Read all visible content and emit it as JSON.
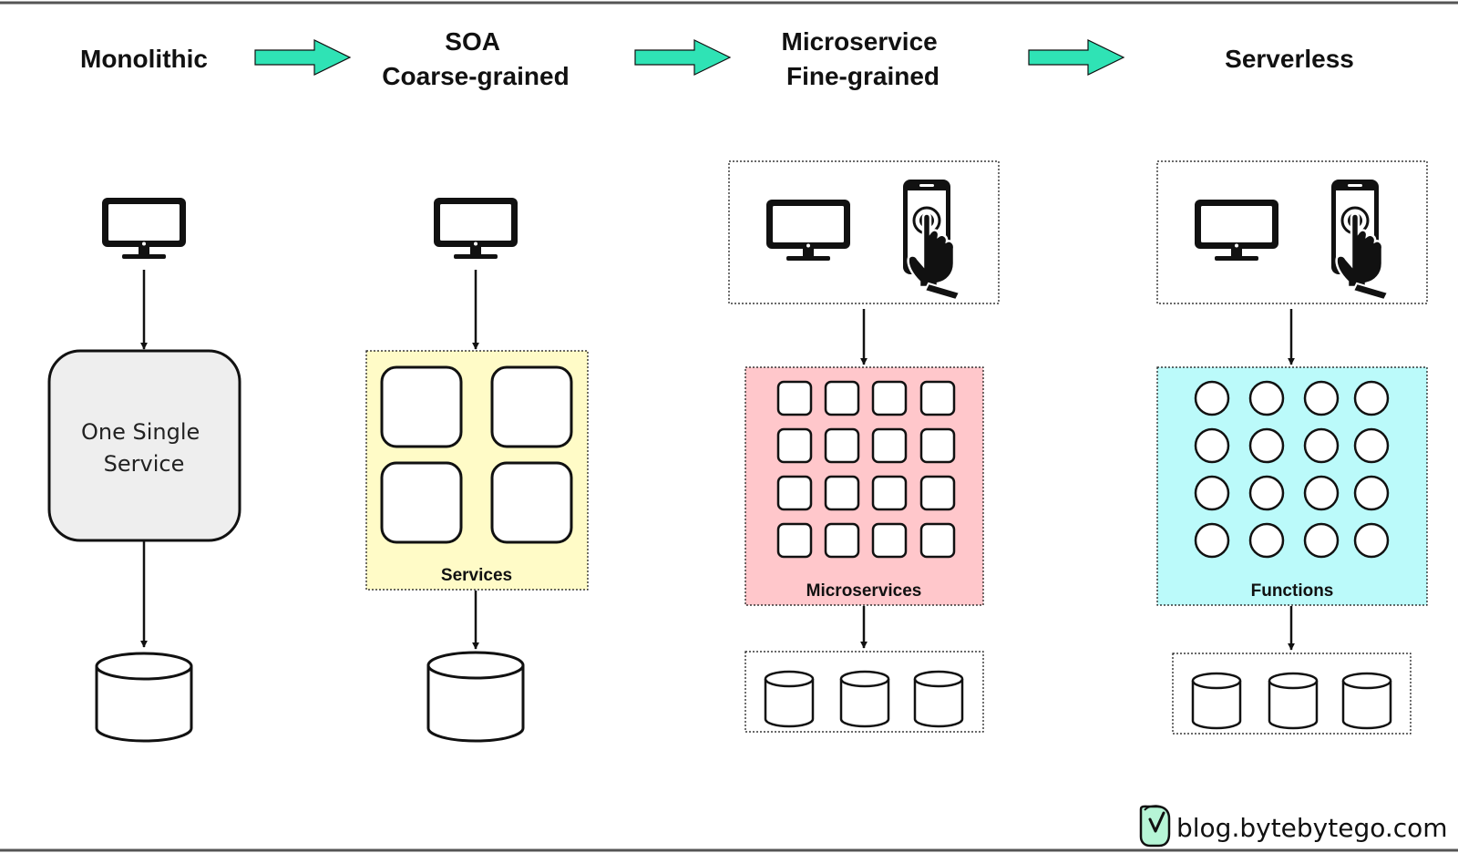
{
  "stages": [
    {
      "title_lines": [
        "Monolithic"
      ]
    },
    {
      "title_lines": [
        "SOA",
        "Coarse-grained"
      ]
    },
    {
      "title_lines": [
        "Microservice",
        "Fine-grained"
      ]
    },
    {
      "title_lines": [
        "Serverless"
      ]
    }
  ],
  "monolithic": {
    "service_label_lines": [
      "One Single",
      "Service"
    ]
  },
  "soa": {
    "group_label": "Services"
  },
  "microservice": {
    "group_label": "Microservices"
  },
  "serverless": {
    "group_label": "Functions"
  },
  "branding": {
    "text": "blog.bytebytego.com"
  },
  "colors": {
    "arrow_fill": "#2fe3b5",
    "monolith_fill": "#eeeeee",
    "soa_fill": "#fffbc7",
    "microservice_fill": "#ffc7cb",
    "serverless_fill": "#bbfafa",
    "brand_icon_fill": "#b6f5d6"
  },
  "icons": [
    "monitor-icon",
    "phone-tap-icon",
    "database-icon",
    "process-arrow-icon",
    "bytebytego-logo-icon"
  ]
}
